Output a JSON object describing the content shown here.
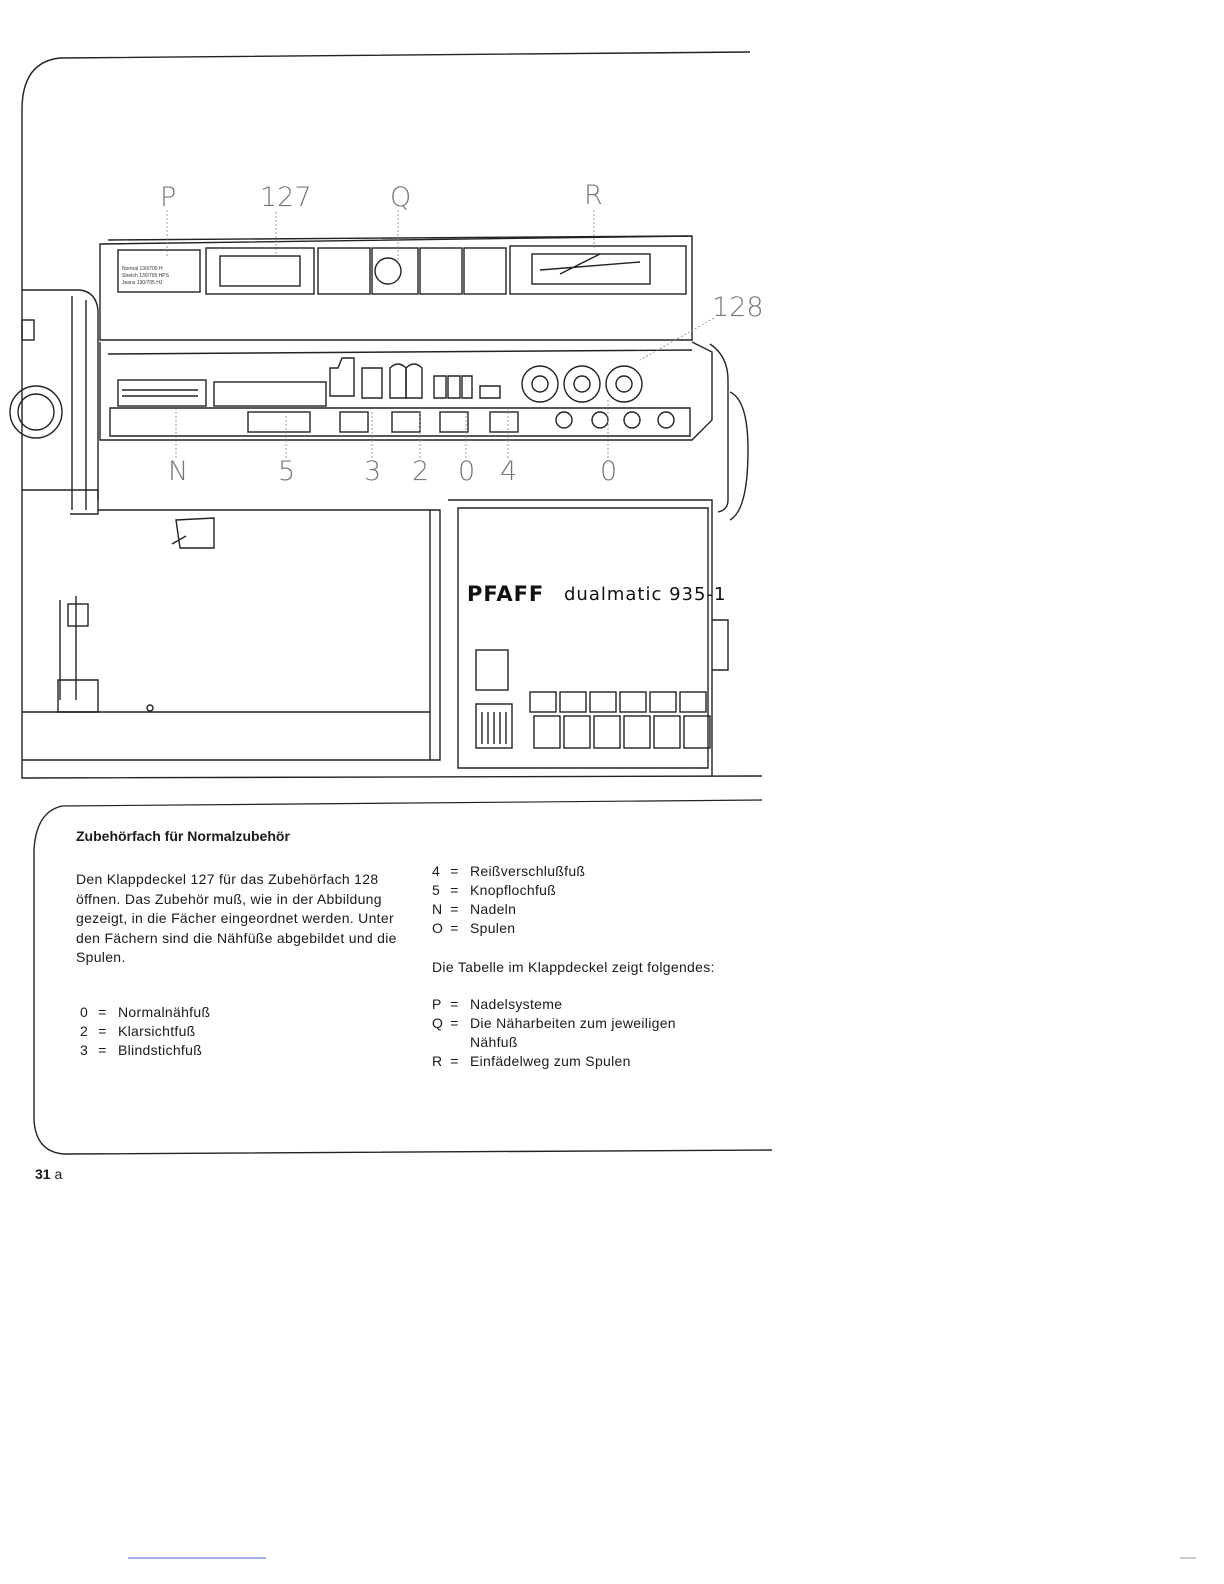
{
  "figure": {
    "callouts": {
      "P": "P",
      "c127": "127",
      "Q": "Q",
      "R": "R",
      "c128": "128",
      "N": "N",
      "c5": "5",
      "c3": "3",
      "c2": "2",
      "c0a": "0",
      "c4": "4",
      "c0b": "0"
    },
    "brand": "PFAFF",
    "model": "dualmatic 935-1",
    "needle_table": [
      "Normal   130/705 H",
      "Stretch  130/705 HPS",
      "Jeans    130/705 HJ"
    ]
  },
  "section": {
    "title": "Zubehörfach für Normalzubehör",
    "paragraph": "Den Klappdeckel 127 für das Zubehörfach 128 öffnen. Das Zubehör muß, wie in der Abbildung gezeigt, in die Fächer eingeordnet werden. Unter den Fächern sind die Nähfüße abgebildet und die Spulen.",
    "legend_left": [
      {
        "key": "0",
        "value": "Normalnähfuß"
      },
      {
        "key": "2",
        "value": "Klarsichtfuß"
      },
      {
        "key": "3",
        "value": "Blindstichfuß"
      }
    ],
    "legend_right": [
      {
        "key": "4",
        "value": "Reißverschlußfuß"
      },
      {
        "key": "5",
        "value": "Knopflochfuß"
      },
      {
        "key": "N",
        "value": "Nadeln"
      },
      {
        "key": "O",
        "value": "Spulen"
      }
    ],
    "table_note": "Die Tabelle im Klappdeckel zeigt folgendes:",
    "table_legend": [
      {
        "key": "P",
        "value": "Nadelsysteme",
        "cont": ""
      },
      {
        "key": "Q",
        "value": "Die Näharbeiten zum jeweiligen",
        "cont": "Nähfuß"
      },
      {
        "key": "R",
        "value": "Einfädelweg zum Spulen",
        "cont": ""
      }
    ]
  },
  "page_number": {
    "number": "31",
    "suffix": "a"
  }
}
